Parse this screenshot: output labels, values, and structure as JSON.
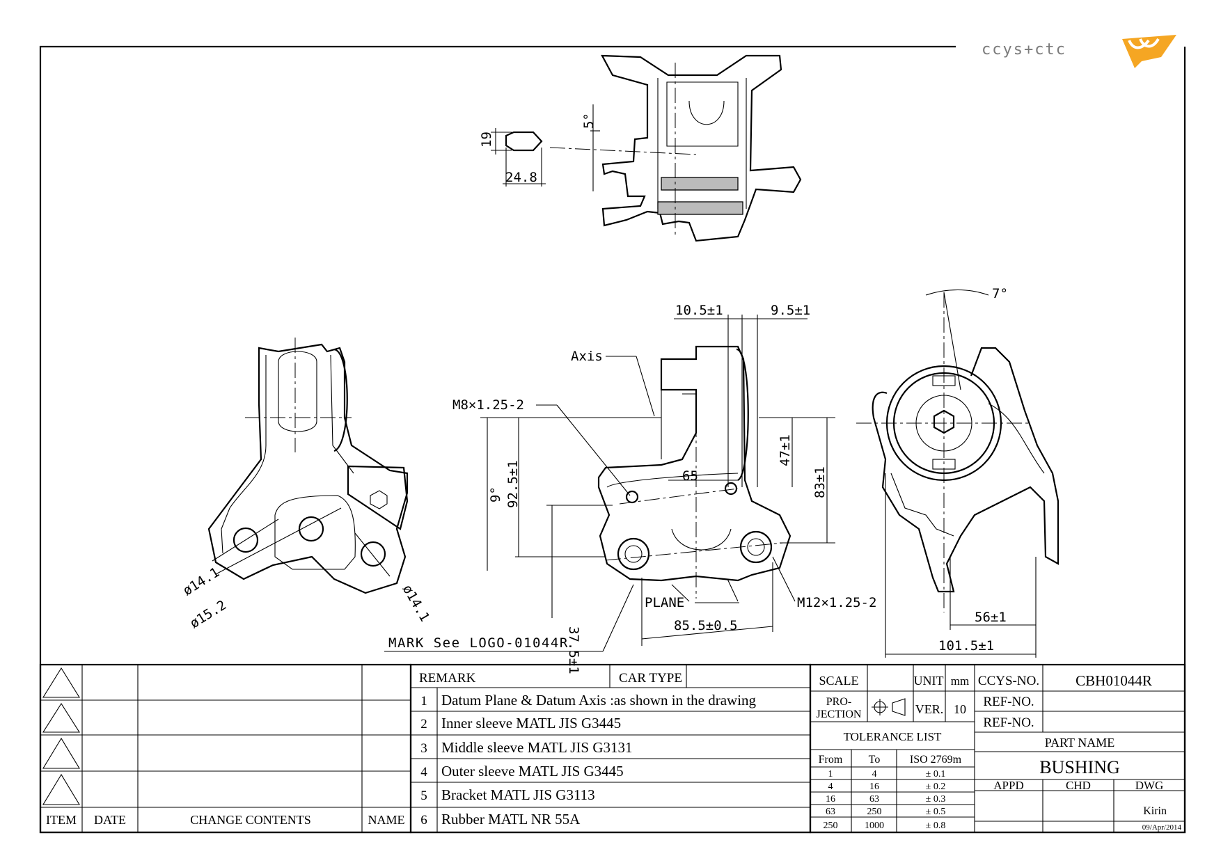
{
  "logo": {
    "text": "ccys+ctc",
    "accent": "#f5a623"
  },
  "views": {
    "top_view": {
      "section_dims": [
        "19",
        "24.8"
      ],
      "angle": "5°"
    },
    "left_view": {
      "holes": [
        "ø14.1",
        "ø15.2",
        "ø14.1"
      ]
    },
    "front_view": {
      "top_offsets": [
        "10.5±1",
        "9.5±1"
      ],
      "axis_label": "Axis",
      "thread_top": "M8×1.25-2",
      "thread_bottom": "M12×1.25-2",
      "plane_label": "PLANE",
      "hole_pitch": "65",
      "dims_vertical": [
        "92.5±1",
        "9°",
        "47±1",
        "83±1",
        "37.5±1"
      ],
      "width": "85.5±0.5",
      "mark_note": "MARK  See  LOGO-01044R"
    },
    "right_view": {
      "angle": "7°",
      "dims": [
        "56±1",
        "101.5±1"
      ]
    }
  },
  "revision_table": {
    "headers": {
      "item": "ITEM",
      "date": "DATE",
      "contents": "CHANGE CONTENTS",
      "name": "NAME"
    }
  },
  "remarks": {
    "remark_label": "REMARK",
    "car_type_label": "CAR TYPE",
    "items": [
      {
        "no": "1",
        "text": "Datum Plane & Datum Axis :as shown in the drawing"
      },
      {
        "no": "2",
        "text": "Inner sleeve MATL JIS G3445"
      },
      {
        "no": "3",
        "text": "Middle sleeve MATL JIS G3131"
      },
      {
        "no": "4",
        "text": "Outer sleeve MATL JIS G3445"
      },
      {
        "no": "5",
        "text": "Bracket MATL JIS G3113"
      },
      {
        "no": "6",
        "text": "Rubber MATL NR 55A"
      }
    ]
  },
  "title_block": {
    "scale_label": "SCALE",
    "unit_label": "UNIT",
    "unit_value": "mm",
    "projection_label_1": "PRO-",
    "projection_label_2": "JECTION",
    "ver_label": "VER.",
    "ver_value": "10",
    "tolerance_title": "TOLERANCE LIST",
    "tolerance_headers": [
      "From",
      "To",
      "ISO 2769m"
    ],
    "tolerances": [
      {
        "from": "1",
        "to": "4",
        "tol": "± 0.1"
      },
      {
        "from": "4",
        "to": "16",
        "tol": "± 0.2"
      },
      {
        "from": "16",
        "to": "63",
        "tol": "± 0.3"
      },
      {
        "from": "63",
        "to": "250",
        "tol": "± 0.5"
      },
      {
        "from": "250",
        "to": "1000",
        "tol": "± 0.8"
      }
    ],
    "ccys_no_label": "CCYS-NO.",
    "ccys_no": "CBH01044R",
    "ref_no_label": "REF-NO.",
    "part_name_label": "PART NAME",
    "part_name": "BUSHING",
    "appd": "APPD",
    "chd": "CHD",
    "dwg": "DWG",
    "drawn_by": "Kirin",
    "date": "09/Apr/2014"
  }
}
